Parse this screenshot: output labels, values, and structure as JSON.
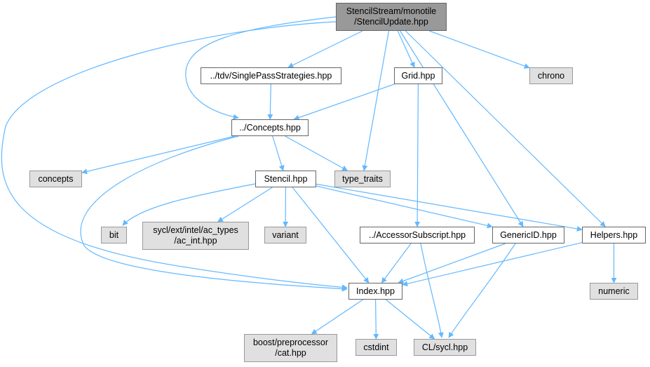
{
  "nodes": [
    {
      "id": "root",
      "lines": [
        "StencilStream/monotile",
        "/StencilUpdate.hpp"
      ],
      "kind": "root"
    },
    {
      "id": "single_pass",
      "lines": [
        "../tdv/SinglePassStrategies.hpp"
      ],
      "kind": "file"
    },
    {
      "id": "grid",
      "lines": [
        "Grid.hpp"
      ],
      "kind": "file"
    },
    {
      "id": "chrono",
      "lines": [
        "chrono"
      ],
      "kind": "external"
    },
    {
      "id": "concepts_hpp",
      "lines": [
        "../Concepts.hpp"
      ],
      "kind": "file"
    },
    {
      "id": "concepts",
      "lines": [
        "concepts"
      ],
      "kind": "external"
    },
    {
      "id": "type_traits",
      "lines": [
        "type_traits"
      ],
      "kind": "external"
    },
    {
      "id": "stencil",
      "lines": [
        "Stencil.hpp"
      ],
      "kind": "file"
    },
    {
      "id": "bit",
      "lines": [
        "bit"
      ],
      "kind": "external"
    },
    {
      "id": "ac_int",
      "lines": [
        "sycl/ext/intel/ac_types",
        "/ac_int.hpp"
      ],
      "kind": "external"
    },
    {
      "id": "variant",
      "lines": [
        "variant"
      ],
      "kind": "external"
    },
    {
      "id": "accessor",
      "lines": [
        "../AccessorSubscript.hpp"
      ],
      "kind": "file"
    },
    {
      "id": "genericid",
      "lines": [
        "GenericID.hpp"
      ],
      "kind": "file"
    },
    {
      "id": "helpers",
      "lines": [
        "Helpers.hpp"
      ],
      "kind": "file"
    },
    {
      "id": "numeric",
      "lines": [
        "numeric"
      ],
      "kind": "external"
    },
    {
      "id": "index",
      "lines": [
        "Index.hpp"
      ],
      "kind": "file"
    },
    {
      "id": "boost",
      "lines": [
        "boost/preprocessor",
        "/cat.hpp"
      ],
      "kind": "external"
    },
    {
      "id": "cstdint",
      "lines": [
        "cstdint"
      ],
      "kind": "external"
    },
    {
      "id": "sycl",
      "lines": [
        "CL/sycl.hpp"
      ],
      "kind": "external"
    }
  ],
  "edges": [
    [
      "root",
      "concepts_hpp"
    ],
    [
      "root",
      "single_pass"
    ],
    [
      "root",
      "grid"
    ],
    [
      "root",
      "chrono"
    ],
    [
      "root",
      "type_traits"
    ],
    [
      "root",
      "genericid"
    ],
    [
      "root",
      "helpers"
    ],
    [
      "root",
      "index"
    ],
    [
      "single_pass",
      "concepts_hpp"
    ],
    [
      "grid",
      "concepts_hpp"
    ],
    [
      "grid",
      "accessor"
    ],
    [
      "concepts_hpp",
      "concepts"
    ],
    [
      "concepts_hpp",
      "type_traits"
    ],
    [
      "concepts_hpp",
      "stencil"
    ],
    [
      "concepts_hpp",
      "index"
    ],
    [
      "stencil",
      "bit"
    ],
    [
      "stencil",
      "ac_int"
    ],
    [
      "stencil",
      "variant"
    ],
    [
      "stencil",
      "genericid"
    ],
    [
      "stencil",
      "helpers"
    ],
    [
      "stencil",
      "index"
    ],
    [
      "accessor",
      "index"
    ],
    [
      "accessor",
      "sycl"
    ],
    [
      "genericid",
      "index"
    ],
    [
      "genericid",
      "sycl"
    ],
    [
      "helpers",
      "index"
    ],
    [
      "helpers",
      "numeric"
    ],
    [
      "index",
      "boost"
    ],
    [
      "index",
      "cstdint"
    ],
    [
      "index",
      "sycl"
    ]
  ],
  "colors": {
    "edge": "#63b8ff",
    "root_fill": "#999999",
    "file_fill": "#ffffff",
    "file_border": "#666666",
    "external_fill": "#e0e0e0",
    "external_border": "#999999"
  }
}
